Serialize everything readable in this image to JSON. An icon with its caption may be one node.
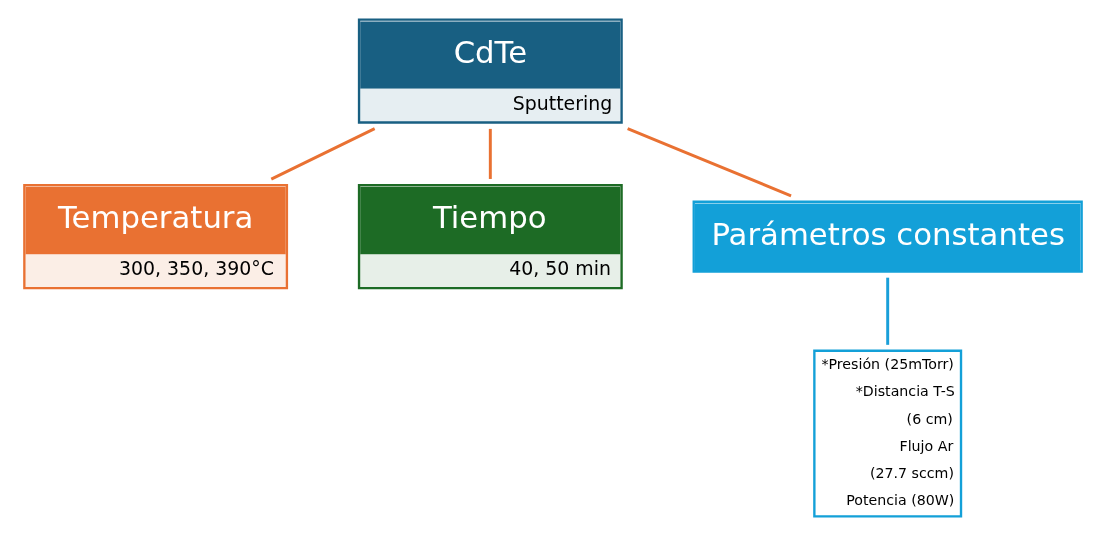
{
  "diagram": {
    "nodes": [
      {
        "text": [
          "CdTe",
          "Sputtering"
        ]
      },
      {
        "text": [
          "Temperatura",
          "300, 350, 390°C"
        ]
      },
      {
        "text": [
          "Tiempo",
          "40, 50 min"
        ]
      },
      {
        "text": [
          "Parámetros constantes"
        ]
      },
      {
        "text": [
          "*Presión (25mTorr)",
          "*Distancia T-S",
          "(6 cm)",
          "Flujo Ar",
          "(27.7 sccm)",
          "Potencia (80W)"
        ]
      }
    ],
    "edges": [
      {
        "from": 0,
        "to": 1,
        "arrow": "none"
      },
      {
        "from": 0,
        "to": 2,
        "arrow": "none"
      },
      {
        "from": 0,
        "to": 3,
        "arrow": "none"
      },
      {
        "from": 3,
        "to": 4,
        "arrow": "none",
        "color": "#1a9fd9"
      }
    ]
  }
}
